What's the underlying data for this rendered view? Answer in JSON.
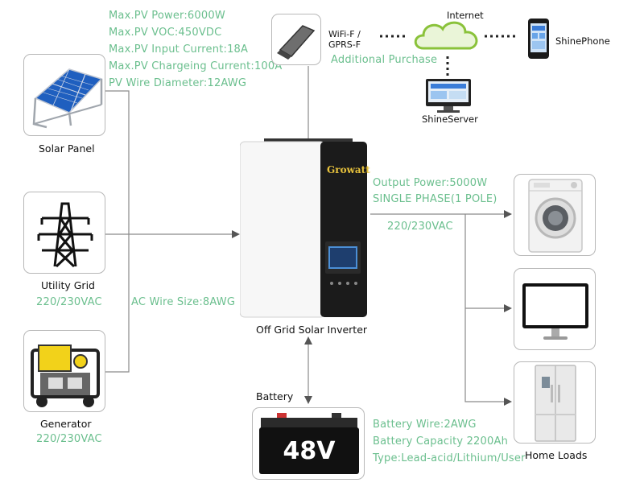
{
  "pv_specs": [
    "Max.PV Power:6000W",
    "Max.PV VOC:450VDC",
    "Max.PV Input Current:18A",
    "Max.PV Chargeing Current:100A",
    "PV Wire Diameter:12AWG"
  ],
  "sources": {
    "solar": {
      "label": "Solar Panel"
    },
    "grid": {
      "label": "Utility Grid",
      "voltage": "220/230VAC"
    },
    "generator": {
      "label": "Generator",
      "voltage": "220/230VAC"
    }
  },
  "ac_wire": "AC Wire Size:8AWG",
  "inverter": {
    "label": "Off Grid Solar Inverter",
    "brand": "Growatt"
  },
  "comms": {
    "module_label_1": "WiFi-F /",
    "module_label_2": "GPRS-F",
    "additional": "Additional Purchase",
    "internet": "Internet",
    "phone": "ShinePhone",
    "server": "ShineServer"
  },
  "output": {
    "power": "Output Power:5000W",
    "phase": "SINGLE PHASE(1 POLE)",
    "voltage": "220/230VAC"
  },
  "loads_label": "Home Loads",
  "battery": {
    "label": "Battery",
    "voltage": "48V",
    "specs": [
      "Battery Wire:2AWG",
      "Battery Capacity 2200Ah",
      "Type:Lead-acid/Lithium/User"
    ]
  },
  "colors": {
    "spec_text": "#6bbf8e",
    "line": "#8a8a8a",
    "cloud": "#8ac23a"
  }
}
